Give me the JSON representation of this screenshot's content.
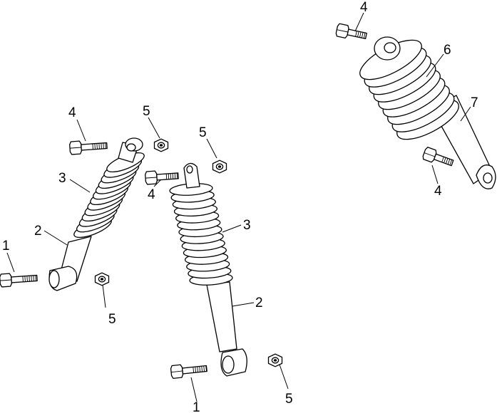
{
  "callouts": {
    "c1a": "1",
    "c1b": "1",
    "c2a": "2",
    "c2b": "2",
    "c3a": "3",
    "c3b": "3",
    "c4a": "4",
    "c4b": "4",
    "c4c": "4",
    "c4d": "4",
    "c5a": "5",
    "c5b": "5",
    "c5c": "5",
    "c5d": "5",
    "c6": "6",
    "c7": "7"
  }
}
